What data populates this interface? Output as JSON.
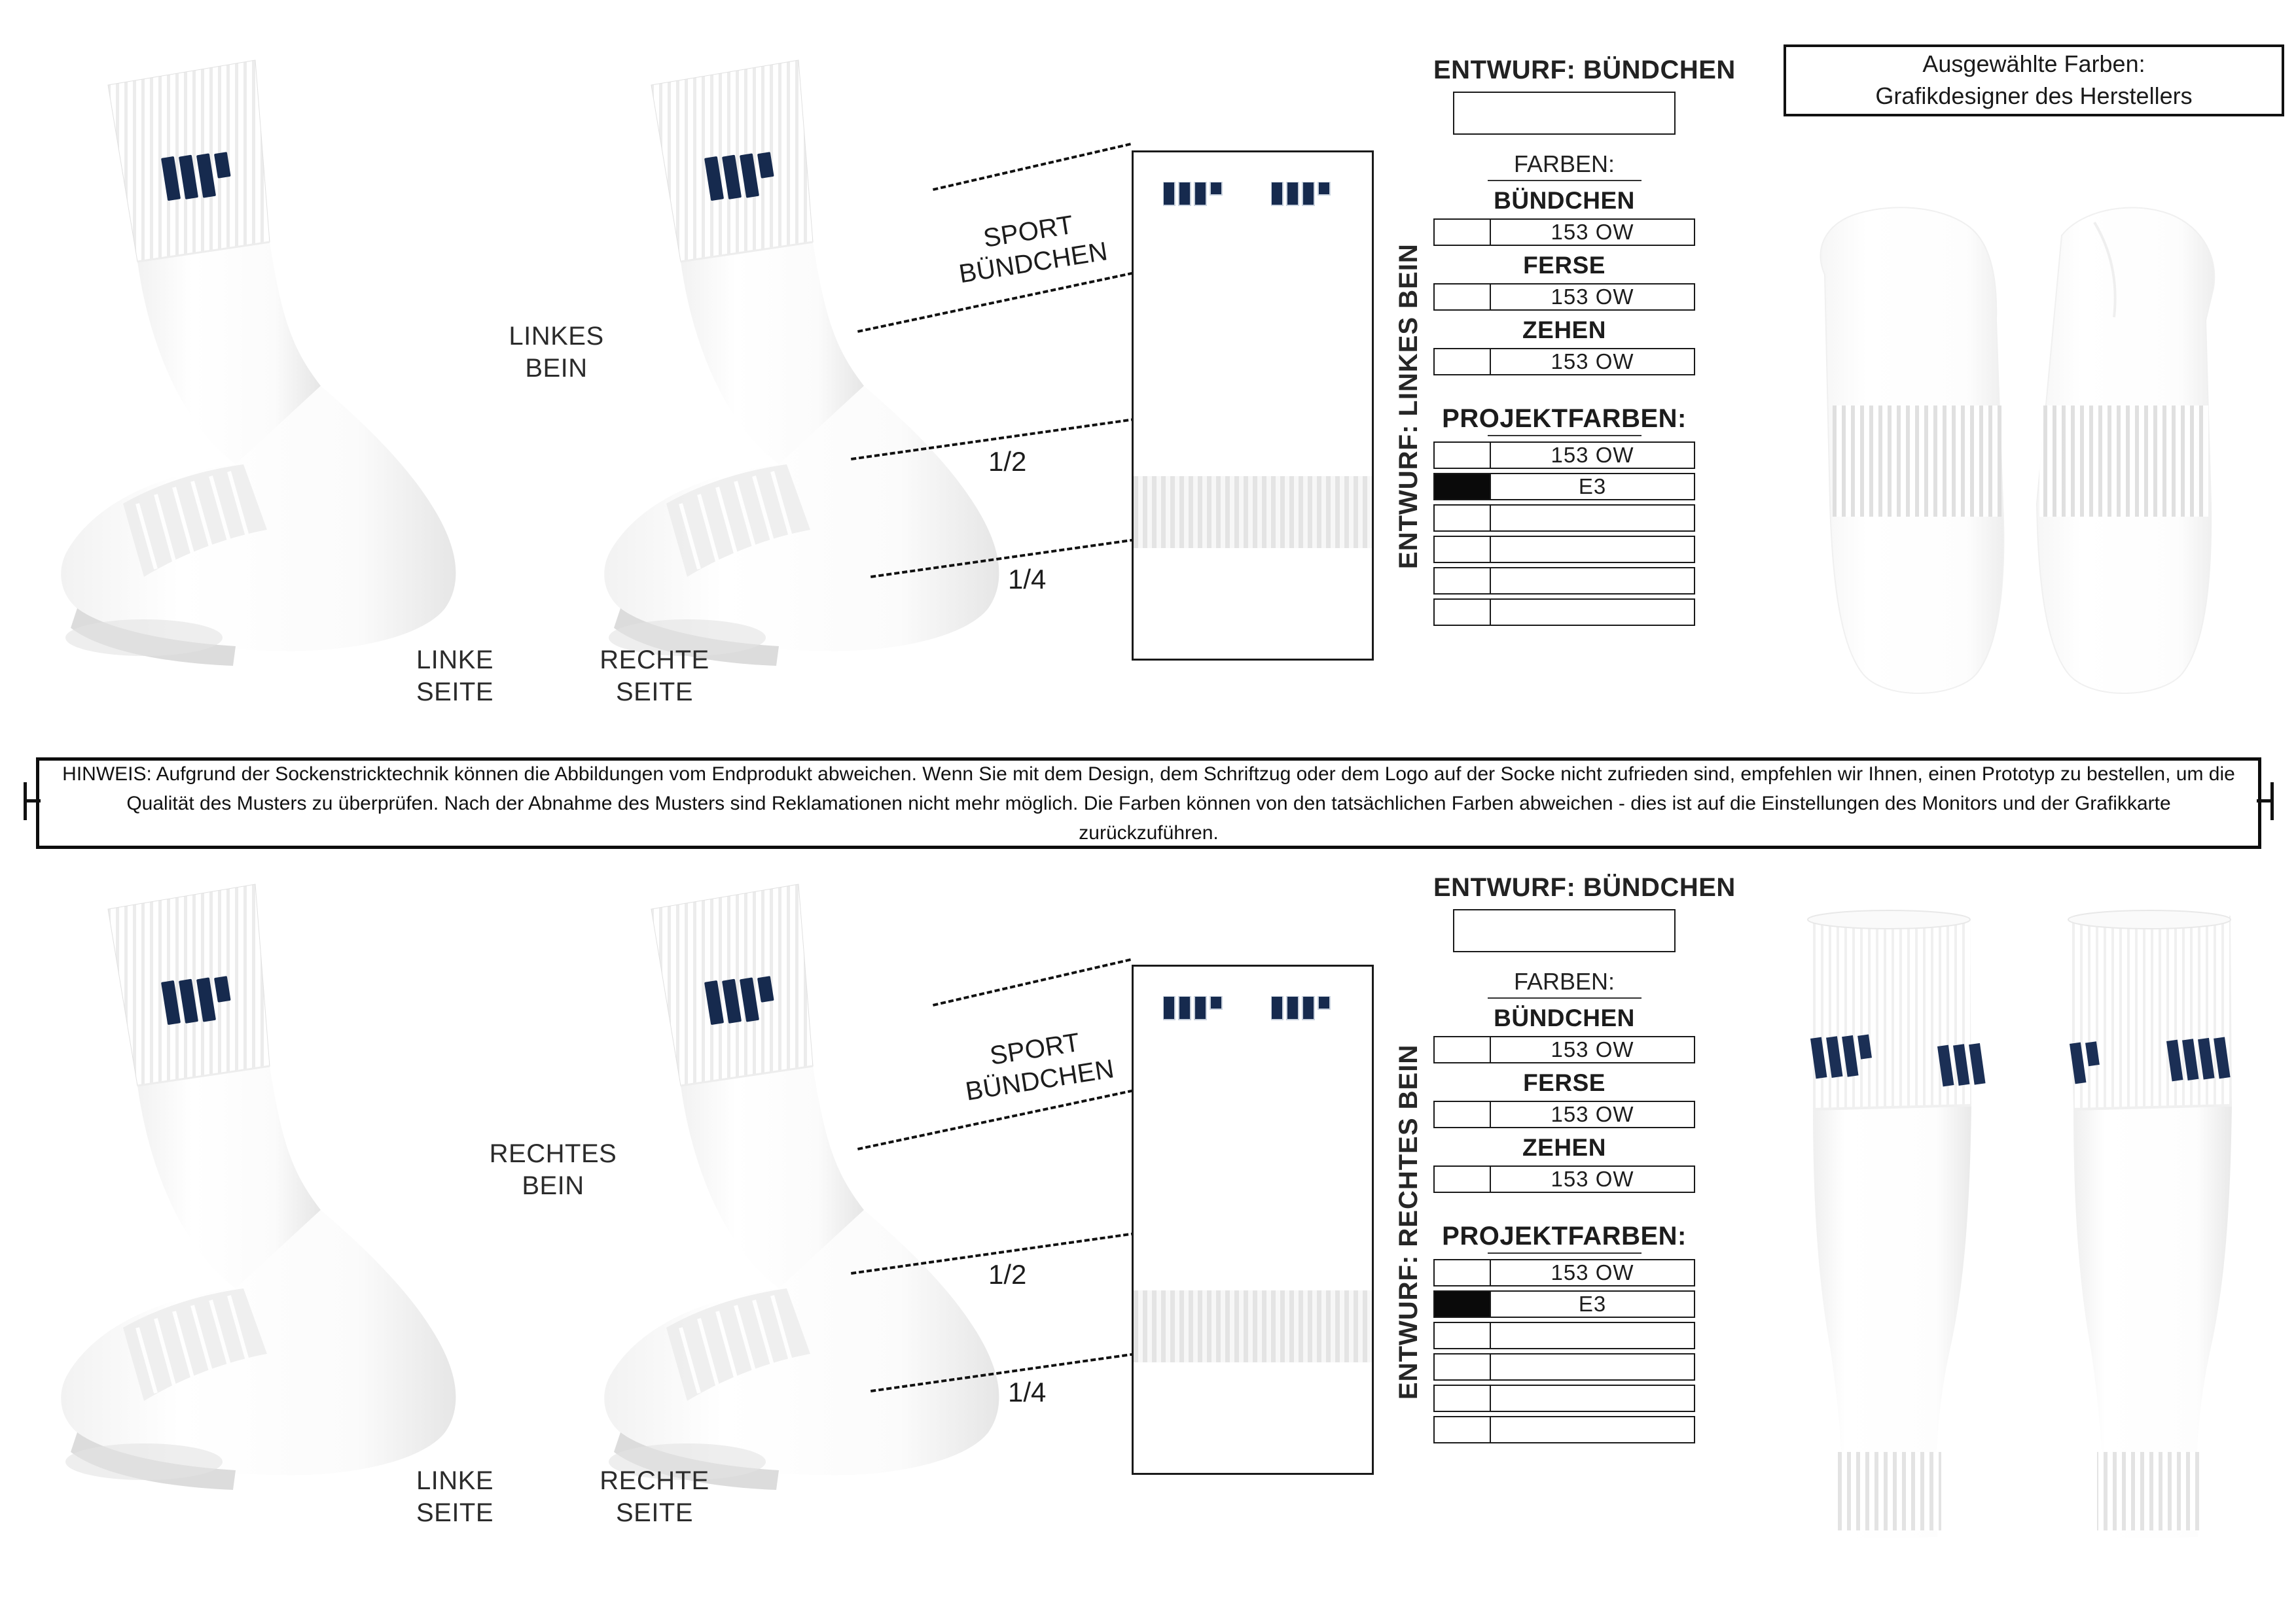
{
  "document": {
    "title": "Socken Design Spezifikation"
  },
  "sections": [
    {
      "id": "top",
      "leg_label": "LINKES\nBEIN",
      "leg_label_line1": "LINKES",
      "leg_label_line2": "BEIN",
      "side_left_line1": "LINKE",
      "side_left_line2": "SEITE",
      "side_right_line1": "RECHTE",
      "side_right_line2": "SEITE",
      "callout_sport_line1": "SPORT",
      "callout_sport_line2": "BÜNDCHEN",
      "callout_half": "1/2",
      "callout_quarter": "1/4",
      "vertical_title": "ENTWURF: LINKES BEIN",
      "table": {
        "title": "ENTWURF: BÜNDCHEN",
        "farben_label": "FARBEN:",
        "groups": [
          {
            "head": "BÜNDCHEN",
            "swatch": "#ffffff",
            "value": "153 OW"
          },
          {
            "head": "FERSE",
            "swatch": "#ffffff",
            "value": "153 OW"
          },
          {
            "head": "ZEHEN",
            "swatch": "#ffffff",
            "value": "153 OW"
          }
        ],
        "projekt_title": "PROJEKTFARBEN:",
        "projekt_rows": [
          {
            "swatch": "#ffffff",
            "value": "153 OW"
          },
          {
            "swatch": "#0a0a0a",
            "value": "E3"
          },
          {
            "swatch": "#ffffff",
            "value": ""
          },
          {
            "swatch": "#ffffff",
            "value": ""
          },
          {
            "swatch": "#ffffff",
            "value": ""
          },
          {
            "swatch": "#ffffff",
            "value": ""
          }
        ]
      }
    },
    {
      "id": "bottom",
      "leg_label_line1": "RECHTES",
      "leg_label_line2": "BEIN",
      "side_left_line1": "LINKE",
      "side_left_line2": "SEITE",
      "side_right_line1": "RECHTE",
      "side_right_line2": "SEITE",
      "callout_sport_line1": "SPORT",
      "callout_sport_line2": "BÜNDCHEN",
      "callout_half": "1/2",
      "callout_quarter": "1/4",
      "vertical_title": "ENTWURF: RECHTES BEIN",
      "table": {
        "title": "ENTWURF: BÜNDCHEN",
        "farben_label": "FARBEN:",
        "groups": [
          {
            "head": "BÜNDCHEN",
            "swatch": "#ffffff",
            "value": "153 OW"
          },
          {
            "head": "FERSE",
            "swatch": "#ffffff",
            "value": "153 OW"
          },
          {
            "head": "ZEHEN",
            "swatch": "#ffffff",
            "value": "153 OW"
          }
        ],
        "projekt_title": "PROJEKTFARBEN:",
        "projekt_rows": [
          {
            "swatch": "#ffffff",
            "value": "153 OW"
          },
          {
            "swatch": "#0a0a0a",
            "value": "E3"
          },
          {
            "swatch": "#ffffff",
            "value": ""
          },
          {
            "swatch": "#ffffff",
            "value": ""
          },
          {
            "swatch": "#ffffff",
            "value": ""
          },
          {
            "swatch": "#ffffff",
            "value": ""
          }
        ]
      }
    }
  ],
  "selected_colors_box": {
    "line1": "Ausgewählte Farben:",
    "line2": "Grafikdesigner des Herstellers"
  },
  "disclaimer": {
    "text": "HINWEIS: Aufgrund der Sockenstricktechnik können die Abbildungen vom Endprodukt abweichen. Wenn Sie mit dem Design, dem Schriftzug oder dem Logo auf der Socke nicht zufrieden sind, empfehlen wir Ihnen, einen Prototyp zu bestellen, um die Qualität des Musters zu überprüfen. Nach der Abnahme des Musters sind Reklamationen nicht mehr möglich. Die Farben können von den tatsächlichen Farben abweichen - dies ist auf die Einstellungen des Monitors und der Grafikkarte zurückzuführen."
  },
  "colors": {
    "logo_navy": "#162a4e",
    "ink": "#1a1a1a",
    "sock_white": "#ffffff",
    "sock_shade": "#e8e8e8",
    "rib_grey": "#e2e2e2"
  },
  "logo": {
    "name": "mp-four-bar-logo",
    "bars": 4
  }
}
